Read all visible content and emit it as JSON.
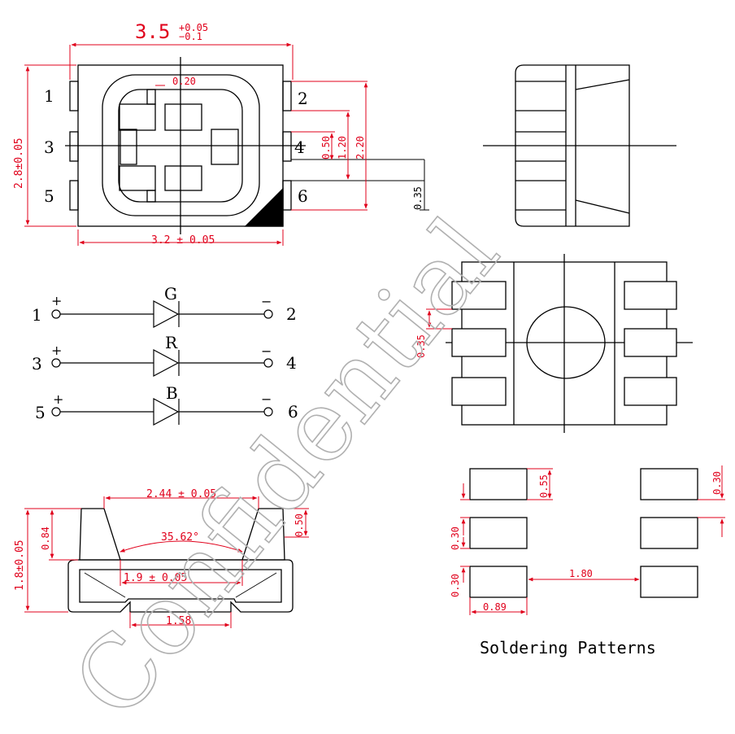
{
  "colors": {
    "line": "#000000",
    "dim": "#e0001b",
    "watermark": "#b8b8b8"
  },
  "watermark": "Confidential",
  "top_view": {
    "width_main": "3.5",
    "width_tol_plus": "+0.05",
    "width_tol_minus": "−0.1",
    "width_body": "3.2 ± 0.05",
    "height": "2.8±0.05",
    "dim_0_20": "0.20",
    "dim_0_50": "0.50",
    "dim_1_20": "1.20",
    "dim_2_20": "2.20",
    "dim_0_35": "0.35",
    "pin_labels": [
      "1",
      "2",
      "3",
      "4",
      "5",
      "6"
    ]
  },
  "bottom_view": {
    "dim_0_35": "0.35"
  },
  "circuit": {
    "rows": [
      {
        "left_pin": "1",
        "right_pin": "2",
        "color_label": "G",
        "plus": "+",
        "minus": "−"
      },
      {
        "left_pin": "3",
        "right_pin": "4",
        "color_label": "R",
        "plus": "+",
        "minus": "−"
      },
      {
        "left_pin": "5",
        "right_pin": "6",
        "color_label": "B",
        "plus": "+",
        "minus": "−"
      }
    ]
  },
  "side_view": {
    "top_width": "2.44 ± 0.05",
    "angle": "35.62°",
    "inner_width": "1.9 ± 0.05",
    "bottom_width": "1.58",
    "height": "1.8±0.05",
    "dim_0_84": "0.84",
    "dim_0_50": "0.50"
  },
  "soldering": {
    "title": "Soldering Patterns",
    "pad_height": "0.55",
    "right_pad_gap": "0.30",
    "gap_1": "0.30",
    "gap_2": "0.30",
    "pad_spacing": "1.80",
    "pad_width": "0.89"
  }
}
